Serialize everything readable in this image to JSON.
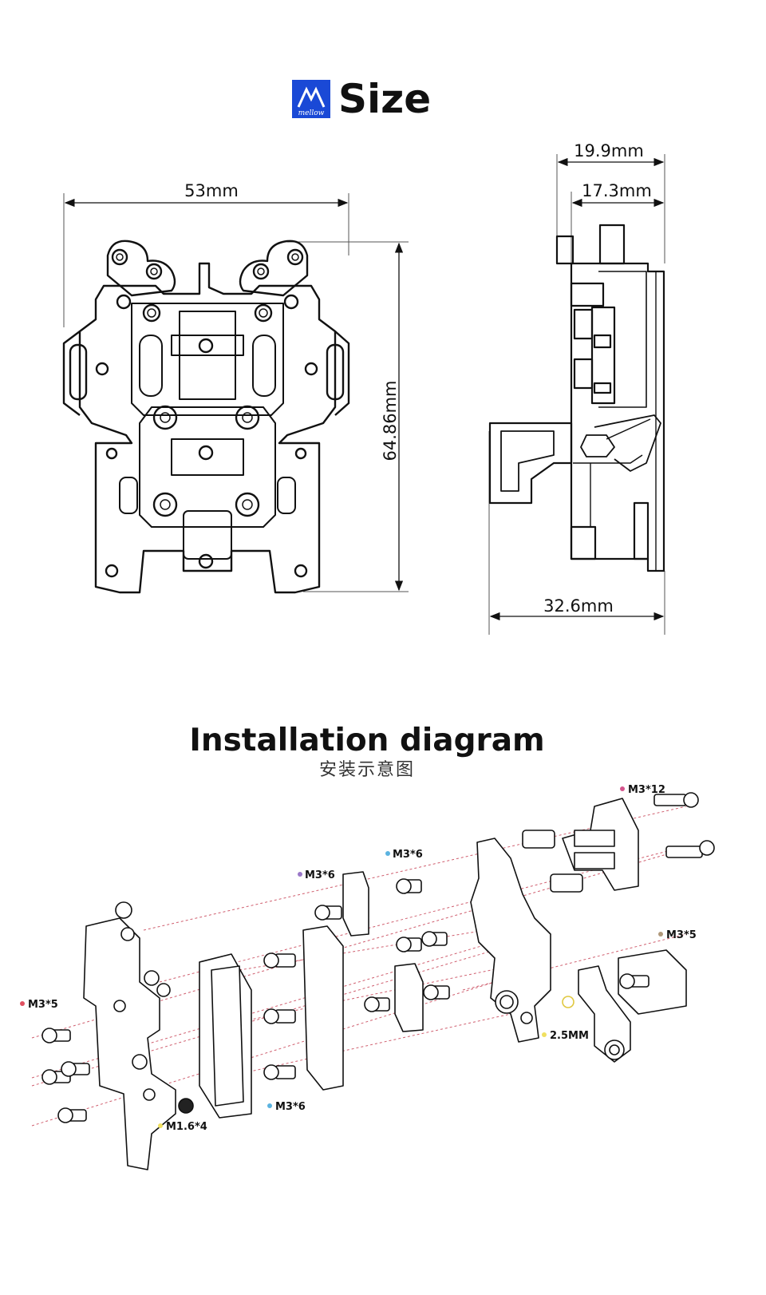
{
  "header": {
    "brand_logo_text": "mellow",
    "title": "Size"
  },
  "dimensions": {
    "width": "53mm",
    "height": "64.86mm",
    "side_depth_top": "19.9mm",
    "side_depth_inner": "17.3mm",
    "side_width_bottom": "32.6mm"
  },
  "installation": {
    "title": "Installation diagram",
    "subtitle": "安装示意图",
    "labels": [
      {
        "id": "m3x12",
        "text": "M3*12",
        "color": "#d4548c"
      },
      {
        "id": "m3x6-a",
        "text": "M3*6",
        "color": "#5bb3e0"
      },
      {
        "id": "m3x6-b",
        "text": "M3*6",
        "color": "#9b78c8"
      },
      {
        "id": "m3x5-right",
        "text": "M3*5",
        "color": "#b0987a"
      },
      {
        "id": "m3x5-left",
        "text": "M3*5",
        "color": "#e05060"
      },
      {
        "id": "m3x6-c",
        "text": "M3*6",
        "color": "#5bb3e0"
      },
      {
        "id": "m1-6x4",
        "text": "M1.6*4",
        "color": "#f0e060"
      },
      {
        "id": "2-5mm",
        "text": "2.5MM",
        "color": "#f0e060"
      }
    ]
  },
  "colors": {
    "brand": "#1a49d6",
    "line": "#111111",
    "dash": "#d06070"
  }
}
